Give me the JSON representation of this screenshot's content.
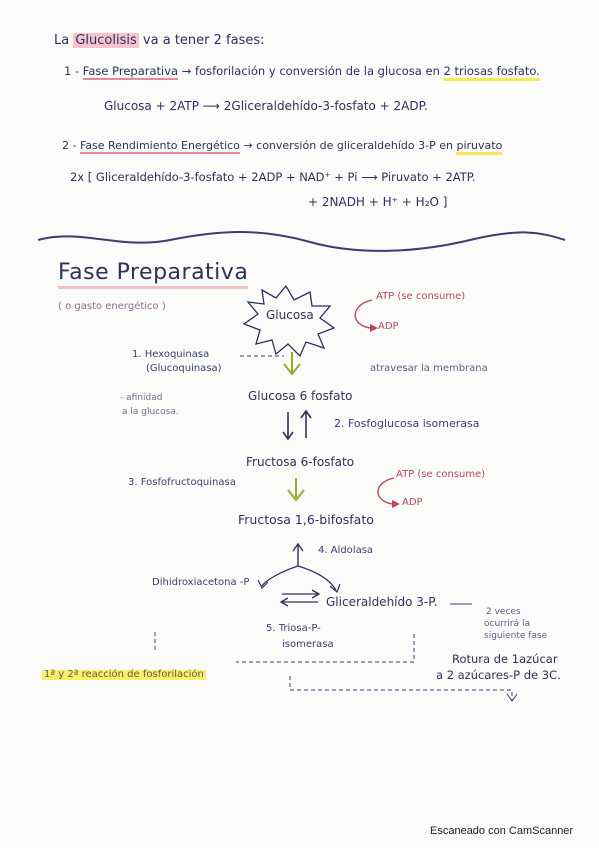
{
  "intro": {
    "prefix": "La",
    "term": "Glucolisis",
    "suffix": "va a tener 2 fases:"
  },
  "phase1": {
    "number": "1 -",
    "name": "Fase Preparativa",
    "arrow": "→",
    "description": "fosforilación y conversión de la glucosa en",
    "highlight": "2 triosas fosfato.",
    "equation": "Glucosa + 2ATP ⟶ 2Gliceraldehído-3-fosfato + 2ADP."
  },
  "phase2": {
    "number": "2 -",
    "name": "Fase Rendimiento Energético",
    "arrow": "→",
    "description": "conversión de gliceraldehído 3-P en",
    "highlight": "piruvato",
    "equation_line1": "2x [ Gliceraldehído-3-fosfato + 2ADP + NAD⁺ + Pi ⟶ Piruvato + 2ATP.",
    "equation_line2": "+ 2NADH + H⁺ + H₂O ]"
  },
  "section": {
    "title": "Fase Preparativa",
    "subtitle": "( o gasto energético )"
  },
  "diagram": {
    "glucosa": "Glucosa",
    "atp1": "ATP (se consume)",
    "adp1": "ADP",
    "enzyme1": "1. Hexoquinasa",
    "enzyme1_alt": "(Glucoquinasa)",
    "enzyme1_note_a": "- afinidad",
    "enzyme1_note_b": "a la glucosa.",
    "membrane_note": "atravesar la membrana",
    "glucosa6p": "Glucosa 6 fosfato",
    "enzyme2": "2. Fosfoglucosa isomerasa",
    "fructosa6p": "Fructosa 6-fosfato",
    "enzyme3": "3. Fosfofructoquinasa",
    "atp2": "ATP (se consume)",
    "adp2": "ADP",
    "fructosa16bp": "Fructosa 1,6-bifosfato",
    "enzyme4": "4. Aldolasa",
    "dhap": "Dihidroxiacetona -P",
    "g3p": "Gliceraldehído 3-P.",
    "twice_note_a": "2 veces",
    "twice_note_b": "ocurrirá la",
    "twice_note_c": "siguiente fase",
    "enzyme5_a": "5. Triosa-P-",
    "enzyme5_b": "isomerasa",
    "rupture_a": "Rotura de 1azúcar",
    "rupture_b": "a 2 azúcares-P de 3C.",
    "phosphorylation_note": "1ª y 2ª reacción de fosforilación"
  },
  "footer": {
    "scanner": "Escaneado con CamScanner"
  }
}
